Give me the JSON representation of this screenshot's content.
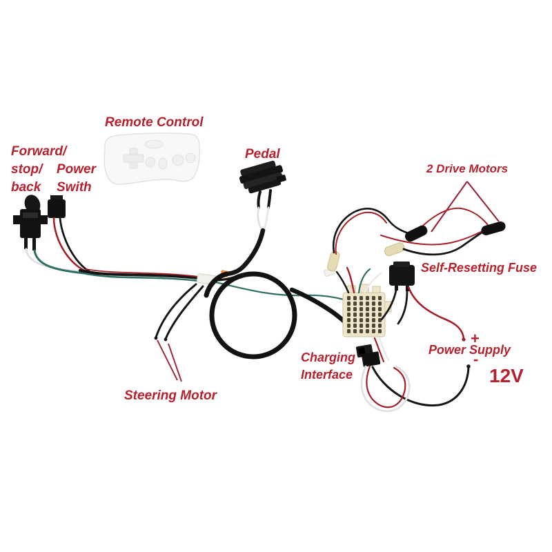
{
  "title": "12V ride-on car wiring harness diagram",
  "colors": {
    "label_text": "#b5212d",
    "annotation_line": "#99273a",
    "wire_black": "#151515",
    "wire_red": "#a32026",
    "wire_white": "#e9e9e9",
    "wire_teal": "#2f6f63",
    "connector_beige": "#e6dcb4",
    "control_box": "#efe6cb",
    "orange_band": "#e8903a",
    "remote_body": "#f8f8f8"
  },
  "labels": {
    "remote_control": "Remote Control",
    "forward_switch": "Forward/\nstop/\nback",
    "power_switch": "Power\nSwith",
    "pedal": "Pedal",
    "drive_motors": "2 Drive Motors",
    "fuse": "Self-Resetting Fuse",
    "charging": "Charging\nInterface",
    "power_supply": "Power Supply",
    "plus": "+",
    "minus": "-",
    "voltage": "12V",
    "steering_motor": "Steering Motor"
  }
}
